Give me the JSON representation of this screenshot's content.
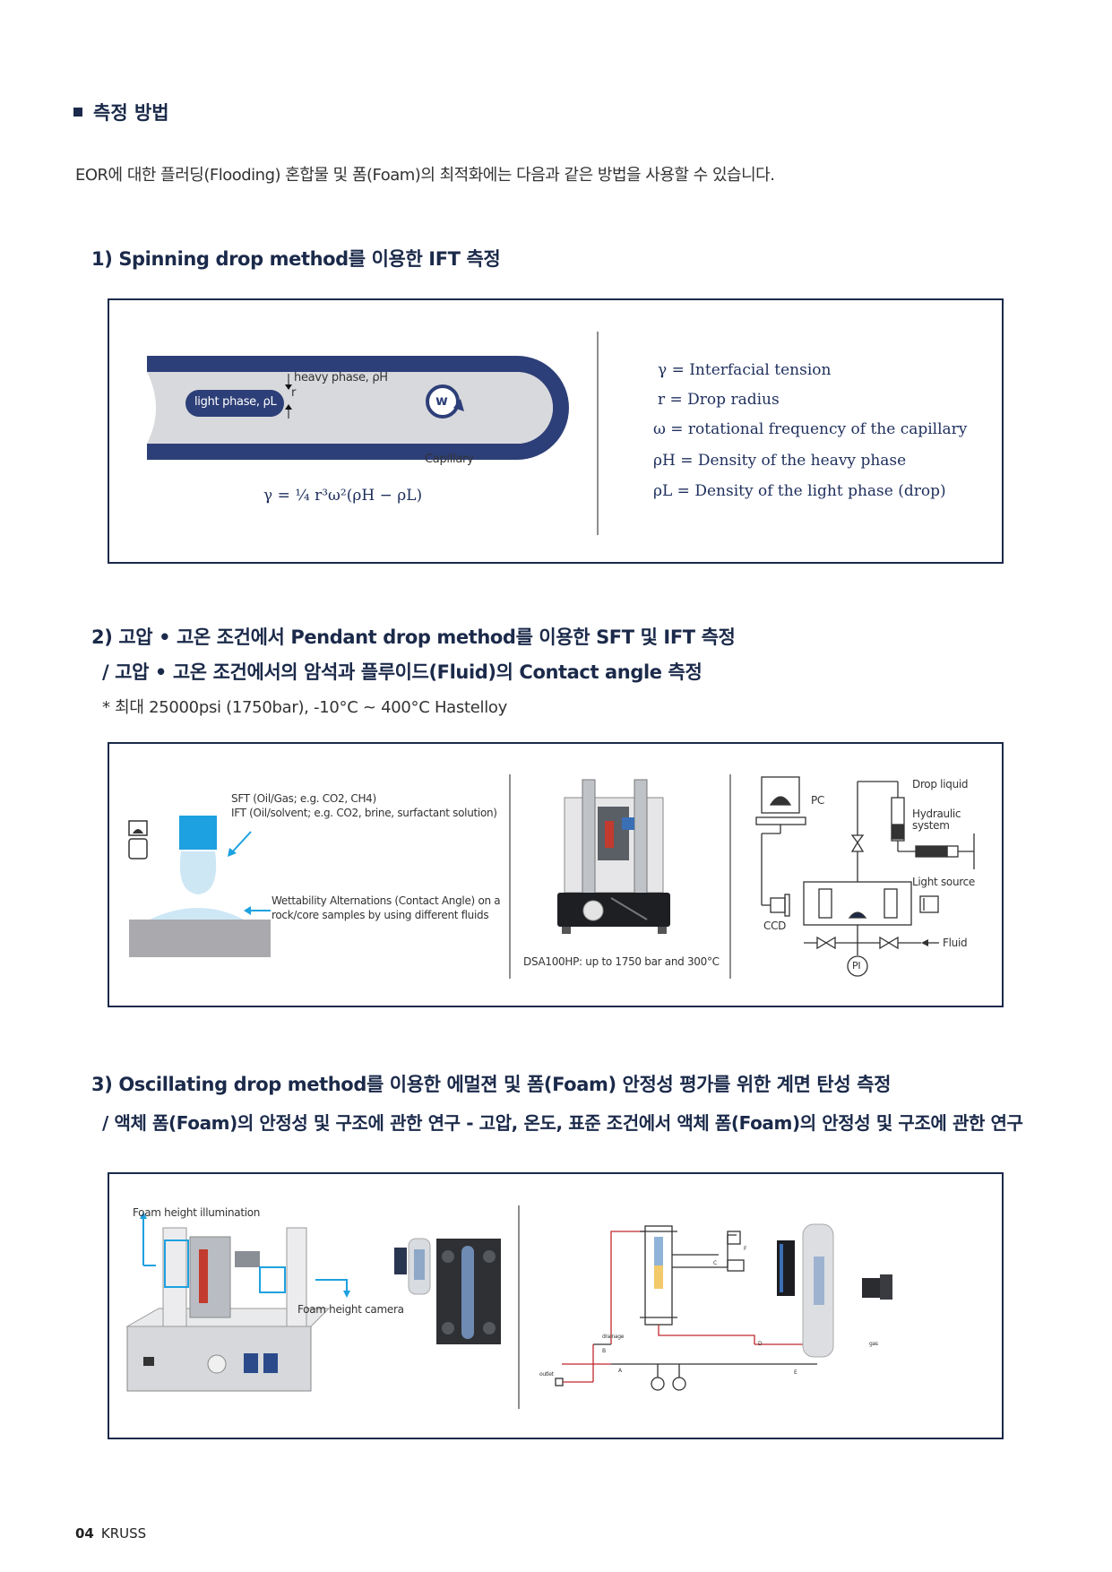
{
  "section": {
    "title": "측정 방법"
  },
  "intro": "EOR에 대한 플러딩(Flooding) 혼합물 및 폼(Foam)의 최적화에는 다음과 같은 방법을 사용할 수 있습니다.",
  "method1": {
    "heading": "1) Spinning drop method를 이용한 IFT 측정",
    "diagram": {
      "heavy_label": "heavy phase, ρH",
      "light_label": "light phase, ρL",
      "r_label": "r",
      "w_label": "w",
      "capillary_label": "Capillary",
      "formula": "γ = ¼ r³ω²(ρH − ρL)"
    },
    "legend": [
      "γ = Interfacial tension",
      "r = Drop radius",
      "ω = rotational frequency of the capillary",
      "ρH =  Density of the heavy phase",
      "ρL =  Density of the light phase (drop)"
    ]
  },
  "method2": {
    "heading_line1": "2) 고압 • 고온 조건에서 Pendant drop method를 이용한 SFT 및 IFT 측정",
    "heading_line2": "/ 고압 • 고온 조건에서의 암석과 플루이드(Fluid)의 Contact angle 측정",
    "note": "* 최대 25000psi (1750bar), -10°C ~ 400°C Hastelloy",
    "sft_label": "SFT (Oil/Gas; e.g. CO2, CH4)",
    "ift_label": "IFT (Oil/solvent; e.g. CO2, brine, surfactant solution)",
    "wet_label_1": "Wettability Alternations (Contact Angle) on a",
    "wet_label_2": "rock/core samples by using different fluids",
    "device_caption": "DSA100HP: up to 1750 bar and 300°C",
    "schematic": {
      "pc": "PC",
      "drop_liquid": "Drop liquid",
      "hydraulic_1": "Hydraulic",
      "hydraulic_2": "system",
      "light_source": "Light source",
      "ccd": "CCD",
      "fluid": "Fluid",
      "pi": "PI"
    }
  },
  "method3": {
    "heading_line1": "3) Oscillating drop method를 이용한 에멀젼 및 폼(Foam) 안정성 평가를 위한 계면 탄성 측정",
    "heading_line2": "/ 액체 폼(Foam)의 안정성 및 구조에 관한 연구 - 고압, 온도, 표준 조건에서 액체 폼(Foam)의 안정성 및 구조에 관한 연구",
    "illum_label": "Foam height illumination",
    "camera_label": "Foam height camera",
    "schematic": {
      "drainage": "drainage",
      "outlet": "outlet",
      "gas": "gas",
      "A": "A",
      "B": "B",
      "C": "C",
      "D": "D",
      "E": "E",
      "F": "F"
    }
  },
  "footer": {
    "page": "04",
    "brand": "KRUSS"
  },
  "colors": {
    "navy": "#1b2a4a",
    "capillary": "#2d3f78",
    "accent_blue": "#1da1e0",
    "red_line": "#c0282d"
  }
}
